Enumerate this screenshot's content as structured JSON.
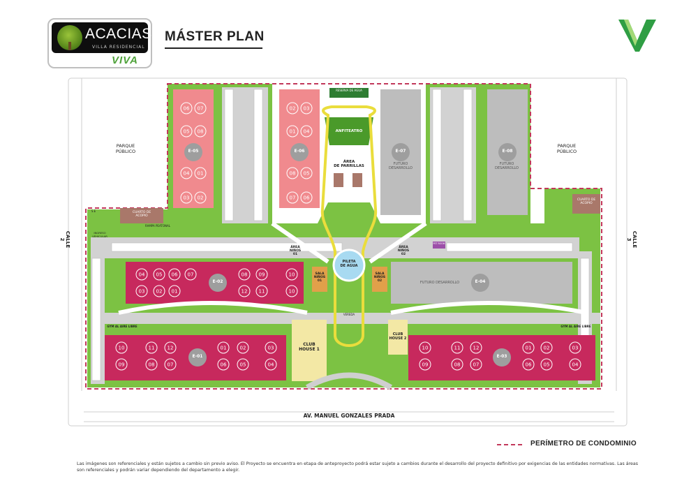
{
  "header": {
    "brand_name": "ACACIAS",
    "brand_subtitle": "VILLA RESIDENCIAL",
    "brand_tagline": "VIVA",
    "title": "MÁSTER PLAN"
  },
  "roads": {
    "avenue": "AV. MANUEL GONZALES PRADA",
    "street_left": "CALLE 2",
    "street_right": "CALLE 3"
  },
  "areas": {
    "park_left": "PARQUE\nPÚBLICO",
    "park_right": "PARQUE\nPÚBLICO",
    "amphitheater": "ANFITEATRO",
    "grill_area": "ÁREA\nDE PARRILLAS",
    "pool": "PILETA\nDE AGUA",
    "kids_area_1": "ÁREA\nNIÑOS\n01",
    "kids_area_2": "ÁREA\nNIÑOS\n02",
    "kids_room_1": "SALA\nNIÑOS\n01",
    "kids_room_2": "SALA\nNIÑOS\n02",
    "club_house_1": "CLUB\nHOUSE 1",
    "club_house_2": "CLUB\nHOUSE 2",
    "collection_left": "CUARTO DE\nACOPIO",
    "collection_right": "CUARTO DE\nACOPIO",
    "gym_left": "GYM AL AIRE LIBRE",
    "gym_right": "GYM AL AIRE LIBRE",
    "walkway": "VEREDA",
    "ramp_pedestrian": "RAMPA PEATONAL",
    "vehicle_entry": "INGRESO\nVEHICULAR",
    "water_tank": "RESERVA DE AGUA",
    "substation": "S.E",
    "future_dev": "FUTURO\nDESARROLLO",
    "future_dev_e04": "FUTURO DESARROLLO",
    "pet_room": "PET ROOM"
  },
  "buildings": {
    "e01": "E-01",
    "e02": "E-02",
    "e03": "E-03",
    "e04": "E-04",
    "e05": "E-05",
    "e06": "E-06",
    "e07": "E-07",
    "e08": "E-08"
  },
  "units": {
    "e05": [
      "06",
      "07",
      "05",
      "08",
      "04",
      "01",
      "03",
      "02"
    ],
    "e06": [
      "02",
      "03",
      "01",
      "04",
      "08",
      "05",
      "07",
      "06"
    ],
    "e02": [
      "04",
      "05",
      "06",
      "07",
      "08",
      "09",
      "10",
      "03",
      "02",
      "01",
      "12",
      "11",
      "10"
    ],
    "e01": [
      "10",
      "11",
      "12",
      "01",
      "02",
      "03",
      "09",
      "08",
      "07",
      "06",
      "05",
      "04"
    ],
    "e03": [
      "10",
      "11",
      "12",
      "01",
      "02",
      "03",
      "09",
      "08",
      "07",
      "06",
      "05",
      "04"
    ]
  },
  "legend": {
    "perimeter": "PERÍMETRO DE CONDOMINIO"
  },
  "disclaimer": "Las imágenes son referenciales y están sujetos a cambio sin previo aviso. El Proyecto se encuentra en etapa de anteproyecto podrá estar sujeto a cambios durante el desarrollo del proyecto definitivo por exigencias de las entidades normativas. Las áreas son referenciales y podrán variar dependiendo del departamento a elegir.",
  "colors": {
    "green": "#7cc243",
    "pink": "#f08a8e",
    "magenta": "#c7295d",
    "gray": "#bdbdbd",
    "brown": "#a9786a",
    "yellow": "#eadd3c",
    "cream": "#f3e8a5",
    "perimeter": "#c2385a",
    "pool": "#a8daf1"
  }
}
